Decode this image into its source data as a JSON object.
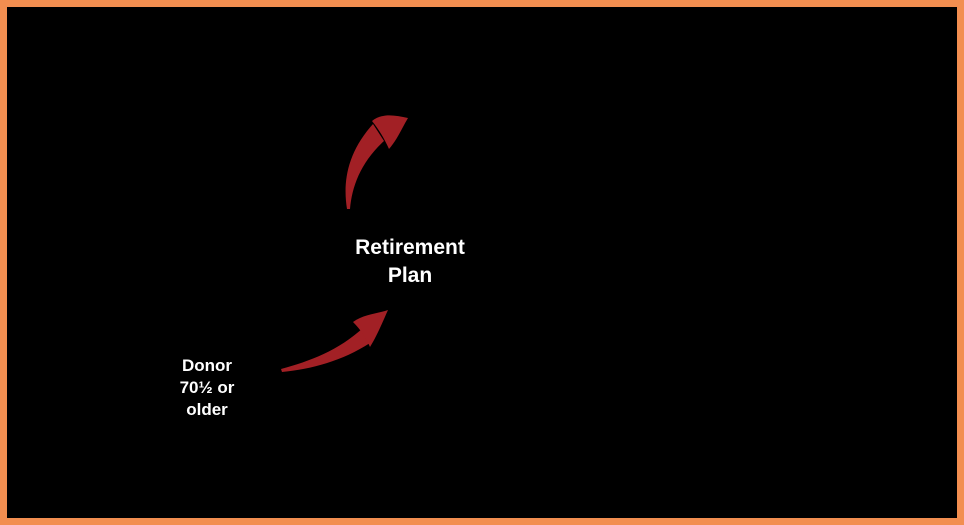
{
  "colors": {
    "background": "#000000",
    "border": "#F28E50",
    "arrow": "#A22025",
    "text": "#FFFFFF"
  },
  "labels": {
    "retirement_plan": {
      "line1": "Retirement",
      "line2": "Plan"
    },
    "donor": {
      "line1": "Donor",
      "line2": "70½ or",
      "line3": "older"
    }
  },
  "arrows": {
    "plan_outflow": "curved-swoosh-arrow-pointing-up-right-from-retirement-plan",
    "donor_to_plan": "curved-swoosh-arrow-pointing-up-right-from-donor-to-retirement-plan"
  }
}
